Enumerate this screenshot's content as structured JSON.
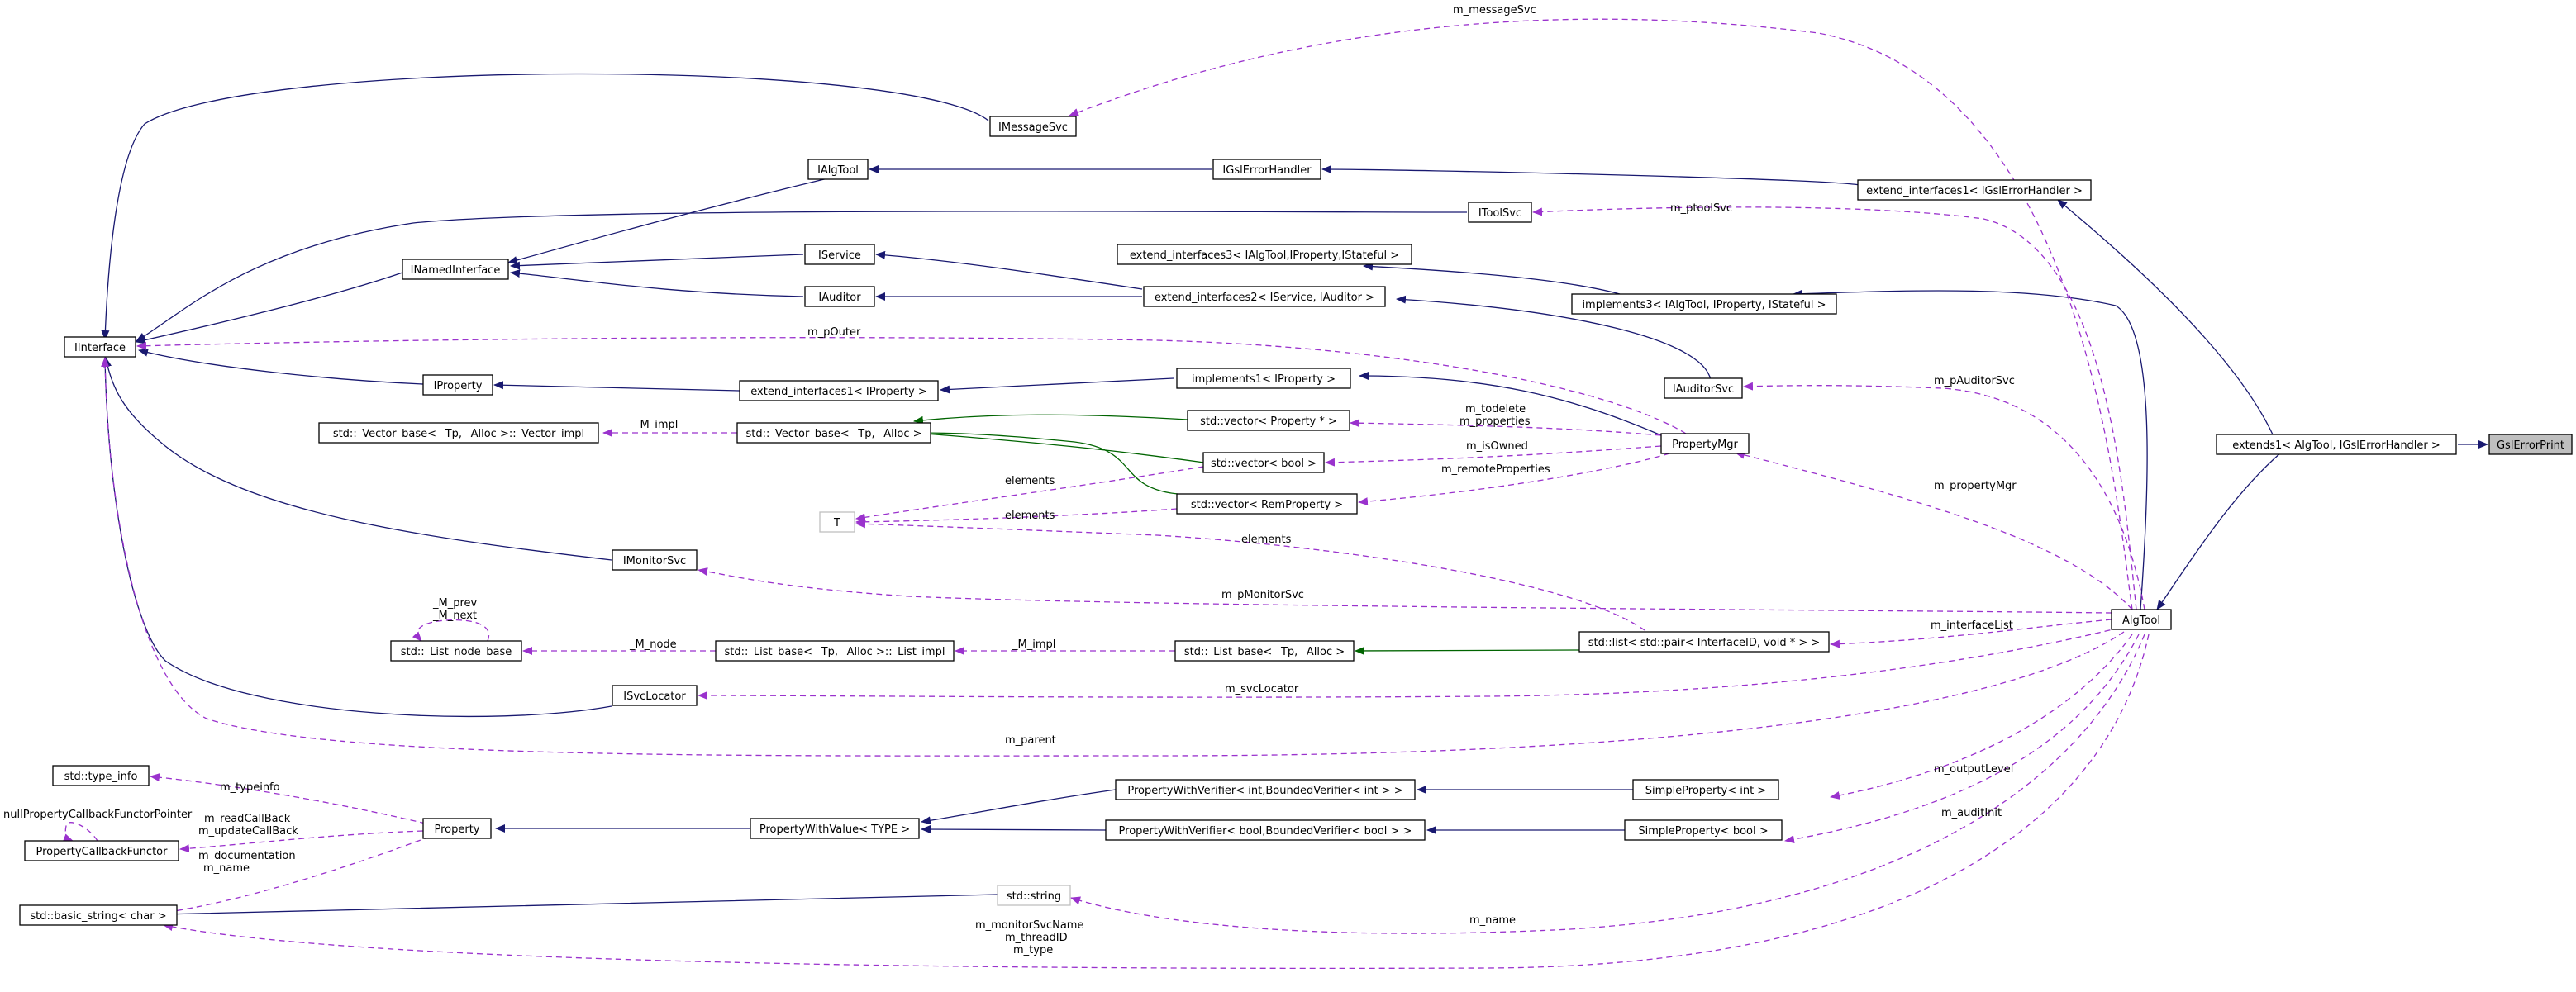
{
  "colors": {
    "inherit": "#191970",
    "template": "#006400",
    "usage": "#9a32cd",
    "focus_fill": "#bfbfbf"
  },
  "nodes": [
    {
      "id": "GslErrorPrint",
      "label": "GslErrorPrint",
      "style": "focus"
    },
    {
      "id": "extends1",
      "label": "extends1< AlgTool, IGslErrorHandler >"
    },
    {
      "id": "extend_interfaces1_gsl",
      "label": "extend_interfaces1< IGslErrorHandler >"
    },
    {
      "id": "IGslErrorHandler",
      "label": "IGslErrorHandler"
    },
    {
      "id": "IAlgTool",
      "label": "IAlgTool"
    },
    {
      "id": "IMessageSvc",
      "label": "IMessageSvc"
    },
    {
      "id": "IToolSvc",
      "label": "IToolSvc"
    },
    {
      "id": "INamedInterface",
      "label": "INamedInterface"
    },
    {
      "id": "IService",
      "label": "IService"
    },
    {
      "id": "IAuditor",
      "label": "IAuditor"
    },
    {
      "id": "extend_interfaces3",
      "label": "extend_interfaces3< IAlgTool,IProperty,IStateful >"
    },
    {
      "id": "extend_interfaces2",
      "label": "extend_interfaces2< IService, IAuditor >"
    },
    {
      "id": "implements3",
      "label": "implements3< IAlgTool, IProperty, IStateful >"
    },
    {
      "id": "IInterface",
      "label": "IInterface"
    },
    {
      "id": "IProperty",
      "label": "IProperty"
    },
    {
      "id": "extend_interfaces1_prop",
      "label": "extend_interfaces1< IProperty >"
    },
    {
      "id": "implements1",
      "label": "implements1< IProperty >"
    },
    {
      "id": "IAuditorSvc",
      "label": "IAuditorSvc"
    },
    {
      "id": "vector_impl",
      "label": "std::_Vector_base< _Tp, _Alloc >::_Vector_impl"
    },
    {
      "id": "vector_base",
      "label": "std::_Vector_base< _Tp, _Alloc >"
    },
    {
      "id": "vector_property",
      "label": "std::vector< Property * >"
    },
    {
      "id": "vector_bool",
      "label": "std::vector< bool >"
    },
    {
      "id": "vector_remprop",
      "label": "std::vector< RemProperty >"
    },
    {
      "id": "PropertyMgr",
      "label": "PropertyMgr"
    },
    {
      "id": "T",
      "label": "T",
      "style": "faded"
    },
    {
      "id": "IMonitorSvc",
      "label": "IMonitorSvc"
    },
    {
      "id": "list_node_base",
      "label": "std::_List_node_base"
    },
    {
      "id": "list_impl",
      "label": "std::_List_base< _Tp, _Alloc >::_List_impl"
    },
    {
      "id": "list_base",
      "label": "std::_List_base< _Tp, _Alloc >"
    },
    {
      "id": "list_pair",
      "label": "std::list< std::pair< InterfaceID, void * > >"
    },
    {
      "id": "AlgTool",
      "label": "AlgTool"
    },
    {
      "id": "ISvcLocator",
      "label": "ISvcLocator"
    },
    {
      "id": "type_info",
      "label": "std::type_info"
    },
    {
      "id": "Property",
      "label": "Property"
    },
    {
      "id": "PropertyCallbackFunctor",
      "label": "PropertyCallbackFunctor"
    },
    {
      "id": "PropertyWithValue",
      "label": "PropertyWithValue< TYPE >"
    },
    {
      "id": "pwv_int",
      "label": "PropertyWithVerifier< int,BoundedVerifier< int > >"
    },
    {
      "id": "pwv_bool",
      "label": "PropertyWithVerifier< bool,BoundedVerifier< bool > >"
    },
    {
      "id": "SimpleProperty_int",
      "label": "SimpleProperty< int >"
    },
    {
      "id": "SimpleProperty_bool",
      "label": "SimpleProperty< bool >"
    },
    {
      "id": "basic_string",
      "label": "std::basic_string< char >"
    },
    {
      "id": "std_string",
      "label": "std::string",
      "style": "faded"
    }
  ],
  "edge_labels": [
    {
      "id": "m_messageSvc",
      "text": "m_messageSvc"
    },
    {
      "id": "m_ptoolSvc",
      "text": "m_ptoolSvc"
    },
    {
      "id": "m_pOuter",
      "text": "m_pOuter"
    },
    {
      "id": "m_pAuditorSvc",
      "text": "m_pAuditorSvc"
    },
    {
      "id": "M_impl_vec",
      "text": "_M_impl"
    },
    {
      "id": "m_todelete",
      "text": "m_todelete"
    },
    {
      "id": "m_properties",
      "text": "m_properties"
    },
    {
      "id": "m_isOwned",
      "text": "m_isOwned"
    },
    {
      "id": "m_remoteProperties",
      "text": "m_remoteProperties"
    },
    {
      "id": "m_propertyMgr",
      "text": "m_propertyMgr"
    },
    {
      "id": "elements_1",
      "text": "elements"
    },
    {
      "id": "elements_2",
      "text": "elements"
    },
    {
      "id": "elements_3",
      "text": "elements"
    },
    {
      "id": "M_prev",
      "text": "_M_prev"
    },
    {
      "id": "M_next",
      "text": "_M_next"
    },
    {
      "id": "m_pMonitorSvc",
      "text": "m_pMonitorSvc"
    },
    {
      "id": "m_interfaceList",
      "text": "m_interfaceList"
    },
    {
      "id": "M_node",
      "text": "_M_node"
    },
    {
      "id": "M_impl_list",
      "text": "_M_impl"
    },
    {
      "id": "m_svcLocator",
      "text": "m_svcLocator"
    },
    {
      "id": "m_parent",
      "text": "m_parent"
    },
    {
      "id": "m_outputLevel",
      "text": "m_outputLevel"
    },
    {
      "id": "m_typeinfo",
      "text": "m_typeinfo"
    },
    {
      "id": "m_auditInit",
      "text": "m_auditInit"
    },
    {
      "id": "nullPropertyCallbackFunctorPointer",
      "text": "nullPropertyCallbackFunctorPointer"
    },
    {
      "id": "m_readCallBack",
      "text": "m_readCallBack"
    },
    {
      "id": "m_updateCallBack",
      "text": "m_updateCallBack"
    },
    {
      "id": "m_documentation",
      "text": "m_documentation"
    },
    {
      "id": "m_name_prop",
      "text": "m_name"
    },
    {
      "id": "m_name_algtool",
      "text": "m_name"
    },
    {
      "id": "m_monitorSvcName",
      "text": "m_monitorSvcName"
    },
    {
      "id": "m_threadID",
      "text": "m_threadID"
    },
    {
      "id": "m_type",
      "text": "m_type"
    }
  ],
  "edges": [
    {
      "kind": "inherit",
      "from": "extends1",
      "to": "GslErrorPrint"
    },
    {
      "kind": "inherit",
      "from": "extend_interfaces1_gsl",
      "to": "extends1"
    },
    {
      "kind": "inherit",
      "from": "AlgTool",
      "to": "extends1"
    },
    {
      "kind": "inherit",
      "from": "IGslErrorHandler",
      "to": "extend_interfaces1_gsl"
    },
    {
      "kind": "inherit",
      "from": "IAlgTool",
      "to": "IGslErrorHandler"
    },
    {
      "kind": "inherit",
      "from": "INamedInterface",
      "to": "IAlgTool"
    },
    {
      "kind": "inherit",
      "from": "IInterface",
      "to": "INamedInterface"
    },
    {
      "kind": "inherit",
      "from": "IInterface",
      "to": "IMessageSvc"
    },
    {
      "kind": "inherit",
      "from": "IInterface",
      "to": "IToolSvc"
    },
    {
      "kind": "inherit",
      "from": "INamedInterface",
      "to": "IService"
    },
    {
      "kind": "inherit",
      "from": "INamedInterface",
      "to": "IAuditor"
    },
    {
      "kind": "inherit",
      "from": "IService",
      "to": "extend_interfaces2"
    },
    {
      "kind": "inherit",
      "from": "IAuditor",
      "to": "extend_interfaces2"
    },
    {
      "kind": "inherit",
      "from": "extend_interfaces2",
      "to": "IAuditorSvc"
    },
    {
      "kind": "inherit",
      "from": "extend_interfaces3",
      "to": "implements3"
    },
    {
      "kind": "inherit",
      "from": "implements3",
      "to": "AlgTool"
    },
    {
      "kind": "inherit",
      "from": "IInterface",
      "to": "IProperty"
    },
    {
      "kind": "inherit",
      "from": "IProperty",
      "to": "extend_interfaces1_prop"
    },
    {
      "kind": "inherit",
      "from": "extend_interfaces1_prop",
      "to": "implements1"
    },
    {
      "kind": "inherit",
      "from": "implements1",
      "to": "PropertyMgr"
    },
    {
      "kind": "inherit",
      "from": "IInterface",
      "to": "IMonitorSvc"
    },
    {
      "kind": "inherit",
      "from": "IInterface",
      "to": "ISvcLocator"
    },
    {
      "kind": "inherit",
      "from": "Property",
      "to": "PropertyWithValue"
    },
    {
      "kind": "inherit",
      "from": "PropertyWithValue",
      "to": "pwv_int"
    },
    {
      "kind": "inherit",
      "from": "PropertyWithValue",
      "to": "pwv_bool"
    },
    {
      "kind": "inherit",
      "from": "pwv_int",
      "to": "SimpleProperty_int"
    },
    {
      "kind": "inherit",
      "from": "pwv_bool",
      "to": "SimpleProperty_bool"
    },
    {
      "kind": "inherit",
      "from": "basic_string",
      "to": "std_string"
    },
    {
      "kind": "template",
      "from": "vector_base",
      "to": "vector_property"
    },
    {
      "kind": "template",
      "from": "vector_base",
      "to": "vector_bool"
    },
    {
      "kind": "template",
      "from": "vector_base",
      "to": "vector_remprop"
    },
    {
      "kind": "template",
      "from": "list_base",
      "to": "list_pair"
    },
    {
      "kind": "usage",
      "from": "IMessageSvc",
      "to": "AlgTool",
      "label": "m_messageSvc"
    },
    {
      "kind": "usage",
      "from": "IToolSvc",
      "to": "AlgTool",
      "label": "m_ptoolSvc"
    },
    {
      "kind": "usage",
      "from": "IInterface",
      "to": "PropertyMgr",
      "label": "m_pOuter"
    },
    {
      "kind": "usage",
      "from": "IAuditorSvc",
      "to": "AlgTool",
      "label": "m_pAuditorSvc"
    },
    {
      "kind": "usage",
      "from": "vector_impl",
      "to": "vector_base",
      "label": "_M_impl"
    },
    {
      "kind": "usage",
      "from": "vector_property",
      "to": "PropertyMgr",
      "label": "m_todelete / m_properties"
    },
    {
      "kind": "usage",
      "from": "vector_bool",
      "to": "PropertyMgr",
      "label": "m_isOwned"
    },
    {
      "kind": "usage",
      "from": "vector_remprop",
      "to": "PropertyMgr",
      "label": "m_remoteProperties"
    },
    {
      "kind": "usage",
      "from": "PropertyMgr",
      "to": "AlgTool",
      "label": "m_propertyMgr"
    },
    {
      "kind": "usage",
      "from": "T",
      "to": "vector_bool",
      "label": "elements"
    },
    {
      "kind": "usage",
      "from": "T",
      "to": "vector_remprop",
      "label": "elements"
    },
    {
      "kind": "usage",
      "from": "T",
      "to": "list_pair",
      "label": "elements"
    },
    {
      "kind": "usage",
      "from": "list_node_base",
      "to": "list_node_base",
      "label": "_M_prev / _M_next"
    },
    {
      "kind": "usage",
      "from": "IMonitorSvc",
      "to": "AlgTool",
      "label": "m_pMonitorSvc"
    },
    {
      "kind": "usage",
      "from": "list_pair",
      "to": "AlgTool",
      "label": "m_interfaceList"
    },
    {
      "kind": "usage",
      "from": "list_node_base",
      "to": "list_impl",
      "label": "_M_node"
    },
    {
      "kind": "usage",
      "from": "list_impl",
      "to": "list_base",
      "label": "_M_impl"
    },
    {
      "kind": "usage",
      "from": "ISvcLocator",
      "to": "AlgTool",
      "label": "m_svcLocator"
    },
    {
      "kind": "usage",
      "from": "IInterface",
      "to": "AlgTool",
      "label": "m_parent"
    },
    {
      "kind": "usage",
      "from": "SimpleProperty_int",
      "to": "AlgTool",
      "label": "m_outputLevel"
    },
    {
      "kind": "usage",
      "from": "SimpleProperty_bool",
      "to": "AlgTool",
      "label": "m_auditInit"
    },
    {
      "kind": "usage",
      "from": "type_info",
      "to": "Property",
      "label": "m_typeinfo"
    },
    {
      "kind": "usage",
      "from": "PropertyCallbackFunctor",
      "to": "PropertyCallbackFunctor",
      "label": "nullPropertyCallbackFunctorPointer"
    },
    {
      "kind": "usage",
      "from": "PropertyCallbackFunctor",
      "to": "Property",
      "label": "m_readCallBack / m_updateCallBack"
    },
    {
      "kind": "usage",
      "from": "basic_string",
      "to": "Property",
      "label": "m_documentation / m_name"
    },
    {
      "kind": "usage",
      "from": "std_string",
      "to": "AlgTool",
      "label": "m_name"
    },
    {
      "kind": "usage",
      "from": "basic_string",
      "to": "AlgTool",
      "label": "m_monitorSvcName / m_threadID / m_type"
    }
  ]
}
